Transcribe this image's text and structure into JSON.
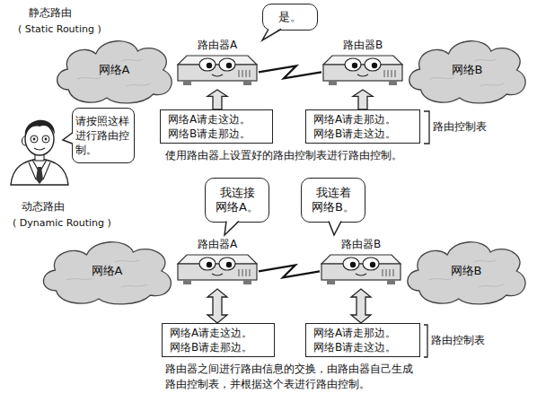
{
  "diagram": {
    "nodes": [
      {
        "text": [
          "是。"
        ]
      },
      {
        "text": [
          "路由器A"
        ]
      },
      {
        "text": [
          "路由器B"
        ]
      },
      {
        "text": [
          "网络A"
        ]
      },
      {
        "text": [
          "网络B"
        ]
      },
      {
        "text": [
          "网络A请走这边。",
          "网络B请走那边。"
        ]
      },
      {
        "text": [
          "网络A请走那边。",
          "网络B请走这边。"
        ]
      },
      {
        "text": [
          "请按照这样进行路由控制。"
        ]
      },
      {
        "text": [
          "我连接网络A。"
        ]
      },
      {
        "text": [
          "我连着网络B。"
        ]
      },
      {
        "text": [
          "路由器A"
        ]
      },
      {
        "text": [
          "路由器B"
        ]
      },
      {
        "text": [
          "网络A"
        ]
      },
      {
        "text": [
          "网络B"
        ]
      },
      {
        "text": [
          "网络A请走这边。",
          "网络B请走那边。"
        ]
      },
      {
        "text": [
          "网络A请走那边。",
          "网络B请走这边。"
        ]
      }
    ],
    "edges": [
      {
        "from": 1,
        "to": 2,
        "arrow": "none"
      },
      {
        "from": 5,
        "to": 1,
        "arrow": "to"
      },
      {
        "from": 6,
        "to": 2,
        "arrow": "to"
      },
      {
        "from": 10,
        "to": 11,
        "arrow": "none"
      },
      {
        "from": 14,
        "to": 10,
        "arrow": "both"
      },
      {
        "from": 15,
        "to": 11,
        "arrow": "both"
      }
    ],
    "labels": [
      "静态路由",
      "( Static Routing )",
      "路由控制表",
      "使用路由器上设置好的路由控制表进行路由控制。",
      "动态路由",
      "( Dynamic Routing )",
      "路由控制表",
      "路由器之间进行路由信息的交换，由路由器自己生成路由控制表，并根据这个表进行路由控制。"
    ]
  }
}
